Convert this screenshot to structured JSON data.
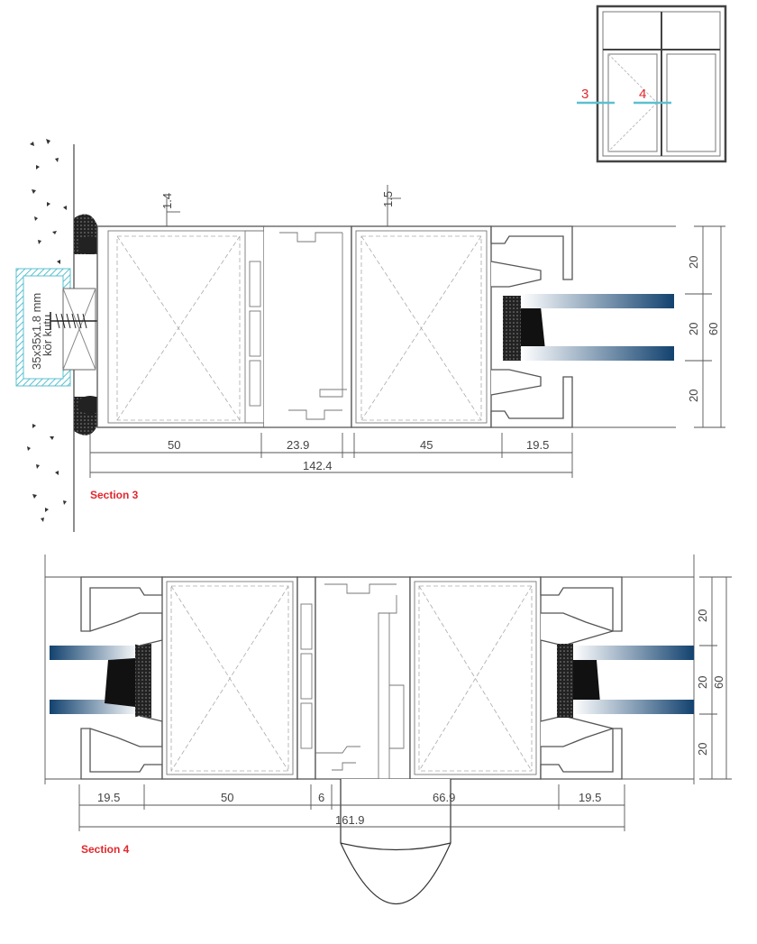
{
  "elevation": {
    "marker_3": "3",
    "marker_4": "4"
  },
  "section3": {
    "title": "Section 3",
    "wall_thickness_top_left": "1.4",
    "wall_thickness_top_right": "1.5",
    "anchor_label_line1": "35x35x1.8 mm",
    "anchor_label_line2": "kör kutu",
    "dims": {
      "d1": "50",
      "d2": "23.9",
      "d3": "45",
      "d4": "19.5",
      "total": "142.4",
      "v1": "20",
      "v2": "20",
      "v3": "20",
      "vtotal": "60"
    }
  },
  "section4": {
    "title": "Section 4",
    "dims": {
      "d1": "19.5",
      "d2": "50",
      "d3": "6",
      "d4": "66.9",
      "d5": "19.5",
      "total": "161.9",
      "v1": "20",
      "v2": "20",
      "v3": "20",
      "vtotal": "60"
    }
  },
  "colors": {
    "accent_red": "#e0282d",
    "glass_blue": "#1f4f86",
    "elevation_line": "#5bc0d0"
  }
}
